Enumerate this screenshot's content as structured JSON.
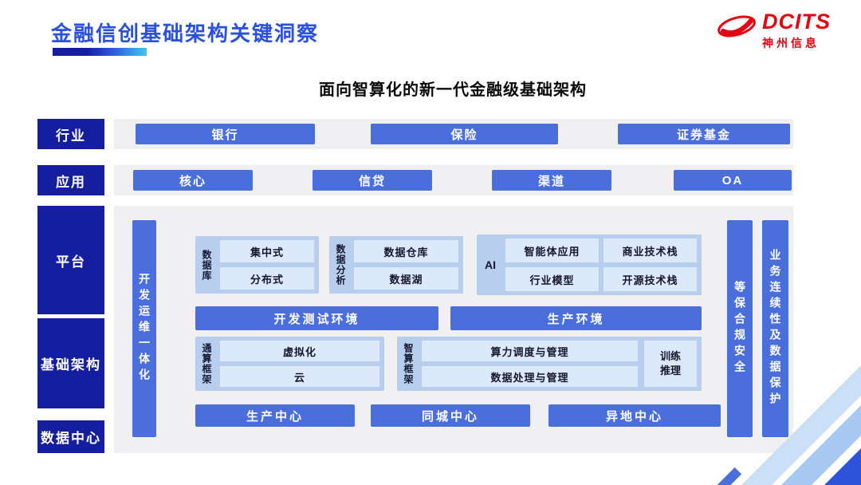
{
  "header": {
    "page_title": "金融信创基础架构关键洞察",
    "logo_brand": "DCITS",
    "logo_company": "神州信息"
  },
  "subtitle": "面向智算化的新一代金融级基础架构",
  "row_labels": [
    "行业",
    "应用",
    "平台",
    "基础架构",
    "数据中心"
  ],
  "industry": {
    "items": [
      "银行",
      "保险",
      "证券基金"
    ]
  },
  "application": {
    "items": [
      "核心",
      "信贷",
      "渠道",
      "OA"
    ]
  },
  "platform": {
    "devops_bar": "开发运维一体化",
    "security_bar": "等保合规安全",
    "continuity_bar": "业务连续性及数据保护",
    "database": {
      "label": "数据库",
      "items": [
        "集中式",
        "分布式"
      ]
    },
    "analytics": {
      "label": "数据分析",
      "items": [
        "数据仓库",
        "数据湖"
      ]
    },
    "ai": {
      "label": "AI",
      "items": [
        "智能体应用",
        "商业技术栈",
        "行业模型",
        "开源技术栈"
      ]
    },
    "environments": [
      "开发测试环境",
      "生产环境"
    ],
    "general_compute": {
      "label": "通算框架",
      "items": [
        "虚拟化",
        "云"
      ]
    },
    "smart_compute": {
      "label": "智算框架",
      "items": [
        "算力调度与管理",
        "数据处理与管理"
      ],
      "side": "训练推理"
    },
    "centers": [
      "生产中心",
      "同城中心",
      "异地中心"
    ]
  },
  "colors": {
    "navy": "#141E9F",
    "blue": "#4A6EDB",
    "title_blue": "#2B50DC",
    "group_bg": "#B7CEEF",
    "item_bg": "#DCE9FA",
    "panel_gray": "#F0F0F2",
    "logo_red": "#E60012"
  }
}
